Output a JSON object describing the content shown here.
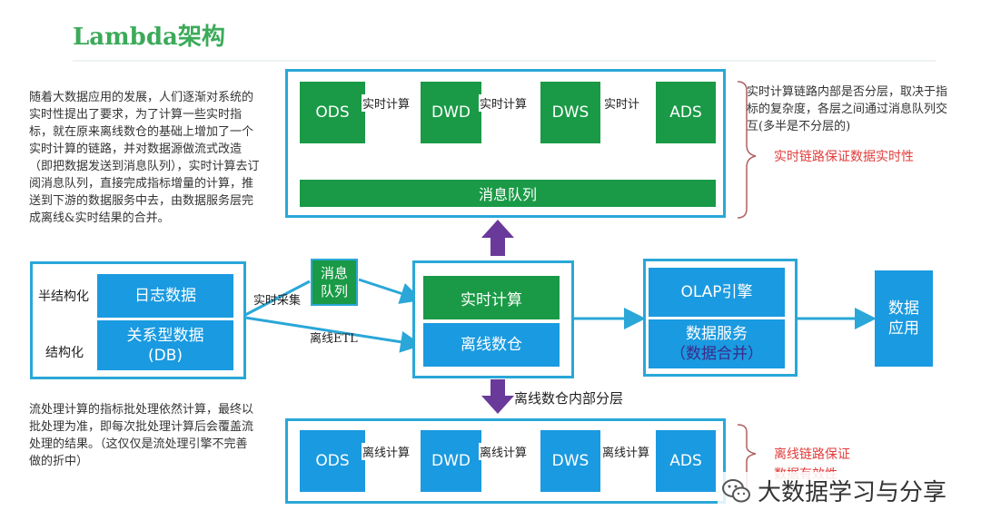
{
  "title": "Lambda架构",
  "intro_text": "随着大数据应用的发展，人们逐渐对系统的实时性提出了要求，为了计算一些实时指标，就在原来离线数仓的基础上增加了一个实时计算的链路，并对数据源做流式改造（即把数据发送到消息队列），实时计算去订阅消息队列，直接完成指标增量的计算，推送到下游的数据服务中去，由数据服务层完成离线&实时结果的合并。",
  "bottom_left_text": "流处理计算的指标批处理依然计算，最终以批处理为准，即每次批处理计算后会覆盖流处理的结果。（这仅仅是流处理引擎不完善做的折中）",
  "realtime_chain": {
    "nodes": [
      "ODS",
      "DWD",
      "DWS",
      "ADS"
    ],
    "edge_label": "实时计算",
    "edge_label_last": "实时计",
    "queue": "消息队列"
  },
  "realtime_note": "实时计算链路内部是否分层，取决于指标的复杂度，各层之间通过消息队列交互(多半是不分层的)",
  "realtime_brace_label": "实时链路保证数据实时性",
  "source": {
    "semi_label": "半结构化",
    "struct_label": "结构化",
    "log": "日志数据",
    "db_line1": "关系型数据",
    "db_line2": "(DB)"
  },
  "realtime_collect": "实时采集",
  "offline_etl": "离线ETL",
  "mq_line1": "消息",
  "mq_line2": "队列",
  "compute": {
    "realtime": "实时计算",
    "offline": "离线数仓"
  },
  "serving": {
    "olap": "OLAP引擎",
    "svc_line1": "数据服务",
    "svc_line2": "（数据合并）"
  },
  "app": {
    "line1": "数据",
    "line2": "应用"
  },
  "offline_layers_label": "离线数仓内部分层",
  "offline_chain": {
    "nodes": [
      "ODS",
      "DWD",
      "DWS",
      "ADS"
    ],
    "edge_label": "离线计算"
  },
  "offline_brace_line1": "离线链路保证",
  "offline_brace_line2": "数据有效性",
  "watermark": "大数据学习与分享",
  "colors": {
    "frame": "#2aa7d8",
    "green": "#1a9a46",
    "blue": "#1a9ae0",
    "purple": "#6a3a9a",
    "title": "#3caa5a",
    "red": "#e23b3b"
  }
}
